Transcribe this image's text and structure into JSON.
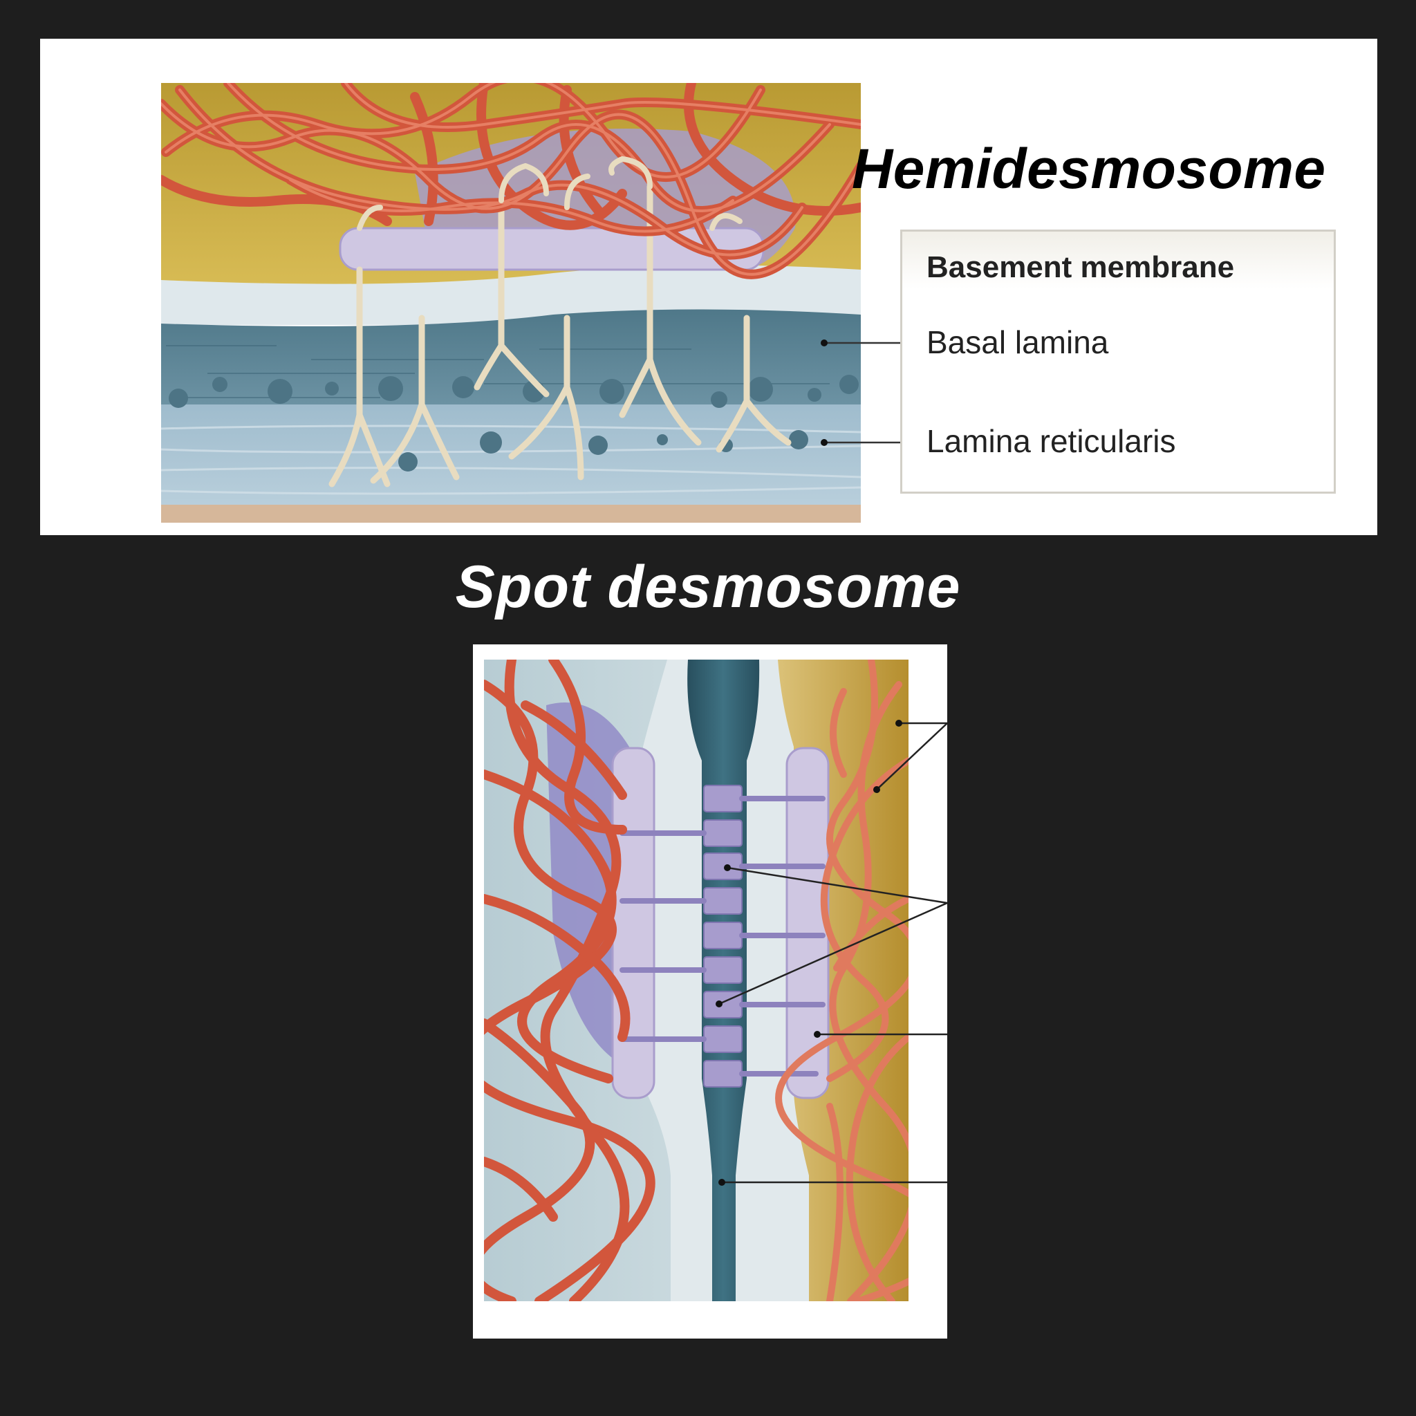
{
  "hemidesmosome": {
    "title": "Hemidesmosome",
    "legend": {
      "heading": "Basement membrane",
      "items": [
        "Basal lamina",
        "Lamina reticularis"
      ]
    }
  },
  "spot_desmosome": {
    "title": "Spot desmosome"
  },
  "colors": {
    "background": "#1e1e1e",
    "filament": "#d9654a",
    "plaque": "#c9c0dc",
    "basal_lamina": "#5f8698",
    "lamina_reticularis": "#a9c3d3",
    "cytoplasm_yellow": "#c9a73a",
    "intercellular_space": "#2f5f70"
  }
}
